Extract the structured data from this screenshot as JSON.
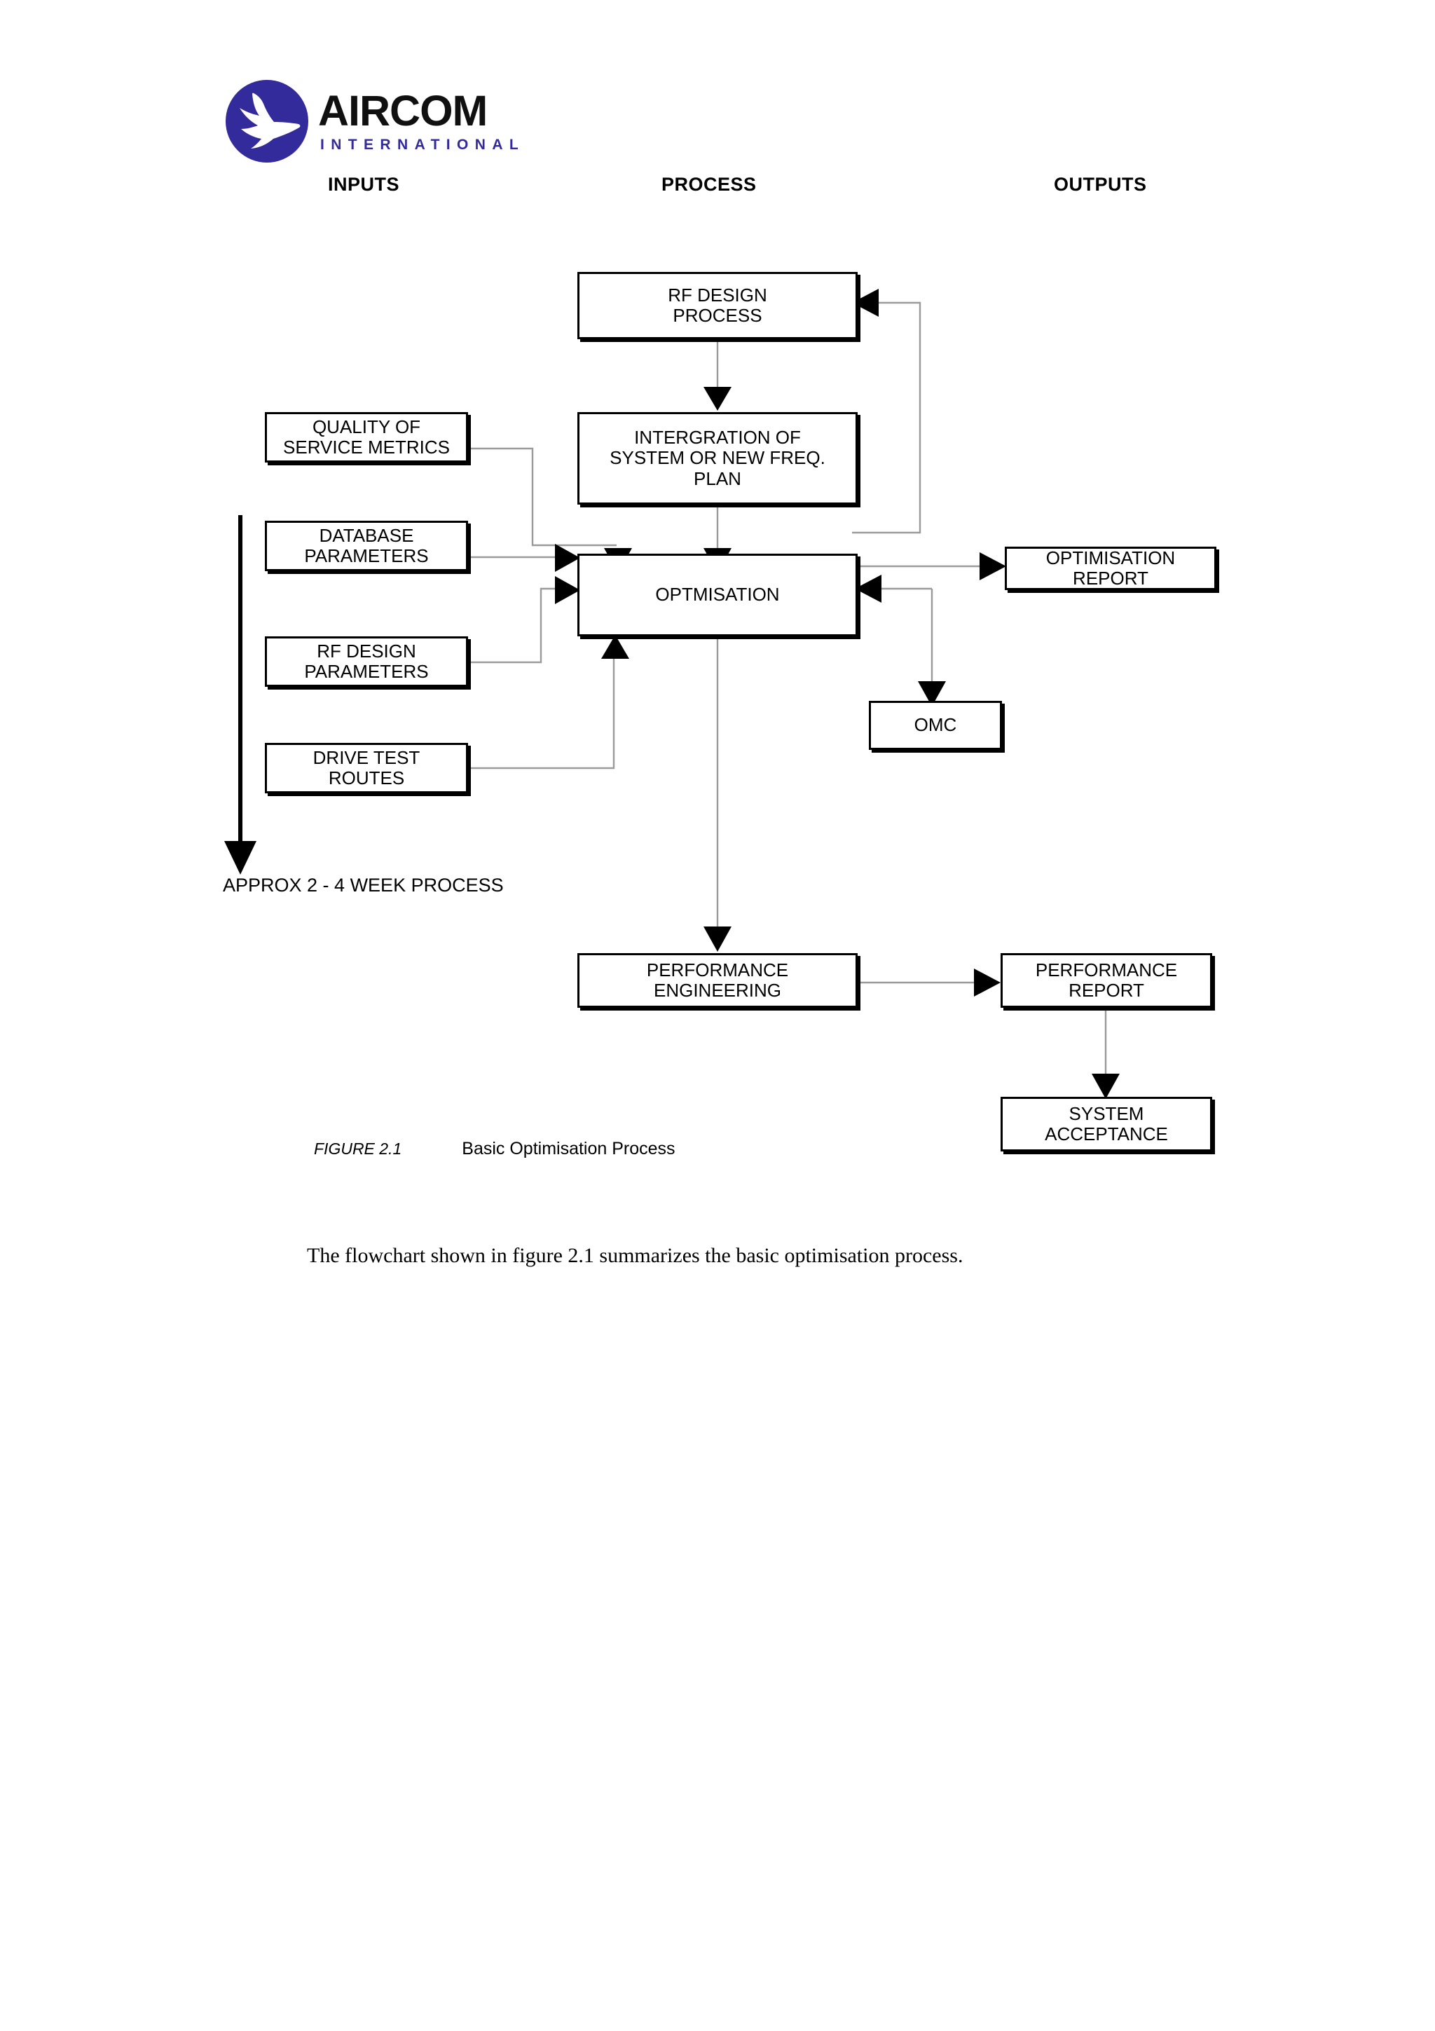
{
  "brand": {
    "name": "AIRCOM",
    "tagline": "INTERNATIONAL",
    "mark_color": "#332a9c",
    "word_color": "#101010"
  },
  "columns": [
    {
      "label": "INPUTS"
    },
    {
      "label": "PROCESS"
    },
    {
      "label": "OUTPUTS"
    }
  ],
  "chart_data": {
    "type": "diagram",
    "title": "Basic Optimisation Process",
    "figure_number": "FIGURE 2.1",
    "nodes": [
      {
        "id": "rf-design-process",
        "lines": [
          "RF DESIGN",
          "PROCESS"
        ],
        "column": "PROCESS"
      },
      {
        "id": "intergration",
        "lines": [
          "INTERGRATION OF",
          "SYSTEM OR NEW FREQ.",
          "PLAN"
        ],
        "column": "PROCESS"
      },
      {
        "id": "quality-of-service-metrics",
        "lines": [
          "QUALITY OF",
          "SERVICE METRICS"
        ],
        "column": "INPUTS"
      },
      {
        "id": "database-parameters",
        "lines": [
          "DATABASE",
          "PARAMETERS"
        ],
        "column": "INPUTS"
      },
      {
        "id": "rf-design-parameters",
        "lines": [
          "RF DESIGN",
          "PARAMETERS"
        ],
        "column": "INPUTS"
      },
      {
        "id": "drive-test-routes",
        "lines": [
          "DRIVE TEST",
          "ROUTES"
        ],
        "column": "INPUTS"
      },
      {
        "id": "optmisation",
        "lines": [
          "OPTMISATION"
        ],
        "column": "PROCESS"
      },
      {
        "id": "optimisation-report",
        "lines": [
          "OPTIMISATION",
          "REPORT"
        ],
        "column": "OUTPUTS"
      },
      {
        "id": "omc",
        "lines": [
          "OMC"
        ],
        "column": "OUTPUTS"
      },
      {
        "id": "performance-engineering",
        "lines": [
          "PERFORMANCE",
          "ENGINEERING"
        ],
        "column": "PROCESS"
      },
      {
        "id": "performance-report",
        "lines": [
          "PERFORMANCE",
          "REPORT"
        ],
        "column": "OUTPUTS"
      },
      {
        "id": "system-acceptance",
        "lines": [
          "SYSTEM",
          "ACCEPTANCE"
        ],
        "column": "OUTPUTS"
      }
    ],
    "edges": [
      {
        "from": "rf-design-process",
        "to": "intergration"
      },
      {
        "from": "quality-of-service-metrics",
        "to": "optmisation"
      },
      {
        "from": "database-parameters",
        "to": "optmisation"
      },
      {
        "from": "rf-design-parameters",
        "to": "optmisation"
      },
      {
        "from": "drive-test-routes",
        "to": "optmisation"
      },
      {
        "from": "intergration",
        "to": "optmisation"
      },
      {
        "from": "optmisation",
        "to": "rf-design-process"
      },
      {
        "from": "optmisation",
        "to": "optimisation-report"
      },
      {
        "from": "optmisation",
        "to": "omc"
      },
      {
        "from": "omc",
        "to": "optmisation"
      },
      {
        "from": "optmisation",
        "to": "performance-engineering"
      },
      {
        "from": "performance-engineering",
        "to": "performance-report"
      },
      {
        "from": "performance-report",
        "to": "system-acceptance"
      }
    ],
    "annotations": [
      {
        "id": "timeline",
        "text": "APPROX 2 - 4 WEEK PROCESS"
      }
    ]
  },
  "boxes": {
    "rf_design_process": {
      "line1": "RF DESIGN",
      "line2": "PROCESS"
    },
    "intergration": {
      "line1": "INTERGRATION OF",
      "line2": "SYSTEM OR NEW FREQ.",
      "line3": "PLAN"
    },
    "quality_of_service_metrics": {
      "line1": "QUALITY OF",
      "line2": "SERVICE METRICS"
    },
    "database_parameters": {
      "line1": "DATABASE",
      "line2": "PARAMETERS"
    },
    "rf_design_parameters": {
      "line1": "RF DESIGN",
      "line2": "PARAMETERS"
    },
    "drive_test_routes": {
      "line1": "DRIVE TEST",
      "line2": "ROUTES"
    },
    "optmisation": {
      "line1": "OPTMISATION"
    },
    "optimisation_report": {
      "line1": "OPTIMISATION",
      "line2": "REPORT"
    },
    "omc": {
      "line1": "OMC"
    },
    "performance_engineering": {
      "line1": "PERFORMANCE",
      "line2": "ENGINEERING"
    },
    "performance_report": {
      "line1": "PERFORMANCE",
      "line2": "REPORT"
    },
    "system_acceptance": {
      "line1": "SYSTEM",
      "line2": "ACCEPTANCE"
    }
  },
  "timeline": {
    "label": "APPROX 2 - 4 WEEK PROCESS"
  },
  "caption": {
    "number": "FIGURE 2.1",
    "text": "Basic Optimisation Process"
  },
  "paragraph": {
    "text": "The flowchart shown in figure 2.1 summarizes the basic optimisation process."
  }
}
